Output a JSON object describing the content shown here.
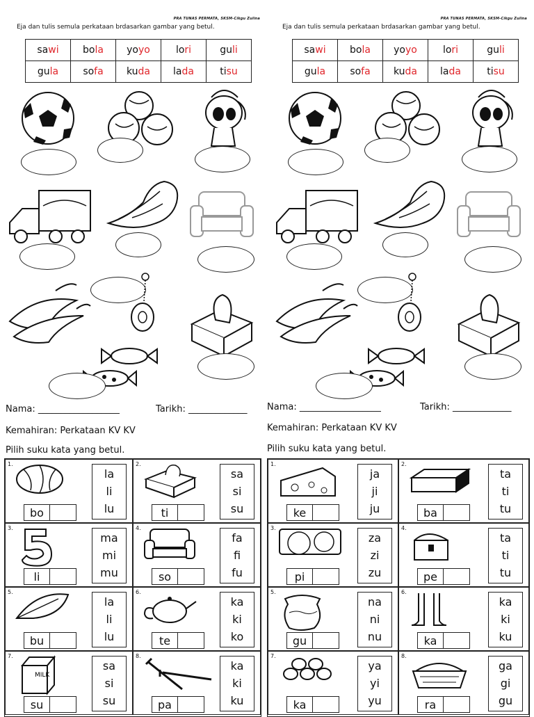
{
  "worksheet_top": {
    "credit": "PRA TUNAS PERMATA, SKSM-Cikgu Zulina",
    "instruction": "Eja dan tulis semula perkataan brdasarkan gambar yang betul.",
    "words": [
      [
        {
          "a": "sa",
          "b": "wi"
        },
        {
          "a": "bo",
          "b": "la"
        },
        {
          "a": "yo",
          "b": "yo"
        },
        {
          "a": "lo",
          "b": "ri"
        },
        {
          "a": "gu",
          "b": "li"
        }
      ],
      [
        {
          "a": "gu",
          "b": "la"
        },
        {
          "a": "so",
          "b": "fa"
        },
        {
          "a": "ku",
          "b": "da"
        },
        {
          "a": "la",
          "b": "da"
        },
        {
          "a": "ti",
          "b": "su"
        }
      ]
    ],
    "pictures": [
      "soccer-ball",
      "marbles",
      "pony",
      "lorry",
      "mustard-greens",
      "sofa",
      "chillies",
      "yoyo",
      "tissue-box",
      "candies"
    ]
  },
  "worksheet_bottom": {
    "name_label": "Nama: __________________",
    "date_label": "Tarikh: _____________",
    "skill_label": "Kemahiran: Perkataan KV KV",
    "instruction": "Pilih suku kata yang betul."
  },
  "left_items": [
    {
      "n": "1.",
      "pic": "ball-icon",
      "given": "bo",
      "options": [
        "la",
        "li",
        "lu"
      ]
    },
    {
      "n": "2.",
      "pic": "tissue-icon",
      "given": "ti",
      "options": [
        "sa",
        "si",
        "su"
      ]
    },
    {
      "n": "3.",
      "pic": "number-five-icon",
      "given": "li",
      "options": [
        "ma",
        "mi",
        "mu"
      ]
    },
    {
      "n": "4.",
      "pic": "sofa-icon",
      "given": "so",
      "options": [
        "fa",
        "fi",
        "fu"
      ]
    },
    {
      "n": "5.",
      "pic": "feather-icon",
      "given": "bu",
      "options": [
        "la",
        "li",
        "lu"
      ]
    },
    {
      "n": "6.",
      "pic": "teapot-icon",
      "given": "te",
      "options": [
        "ka",
        "ki",
        "ko"
      ]
    },
    {
      "n": "7.",
      "pic": "milk-carton-icon",
      "given": "su",
      "options": [
        "sa",
        "si",
        "su"
      ]
    },
    {
      "n": "8.",
      "pic": "nails-icon",
      "given": "pa",
      "options": [
        "ka",
        "ki",
        "ku"
      ]
    }
  ],
  "right_items": [
    {
      "n": "1.",
      "pic": "cheese-icon",
      "given": "ke",
      "options": [
        "ja",
        "ji",
        "ju"
      ]
    },
    {
      "n": "2.",
      "pic": "block-icon",
      "given": "ba",
      "options": [
        "ta",
        "ti",
        "tu"
      ]
    },
    {
      "n": "3.",
      "pic": "pizza-icon",
      "given": "pi",
      "options": [
        "za",
        "zi",
        "zu"
      ]
    },
    {
      "n": "4.",
      "pic": "treasure-chest-icon",
      "given": "pe",
      "options": [
        "ta",
        "ti",
        "tu"
      ]
    },
    {
      "n": "5.",
      "pic": "sack-icon",
      "given": "gu",
      "options": [
        "na",
        "ni",
        "nu"
      ]
    },
    {
      "n": "6.",
      "pic": "feet-icon",
      "given": "ka",
      "options": [
        "ka",
        "ki",
        "ku"
      ]
    },
    {
      "n": "7.",
      "pic": "logs-icon",
      "given": "ka",
      "options": [
        "ya",
        "yi",
        "yu"
      ]
    },
    {
      "n": "8.",
      "pic": "basket-icon",
      "given": "ra",
      "options": [
        "ga",
        "gi",
        "gu"
      ]
    }
  ],
  "colors": {
    "accent_red": "#e0262b",
    "ink": "#111111"
  }
}
